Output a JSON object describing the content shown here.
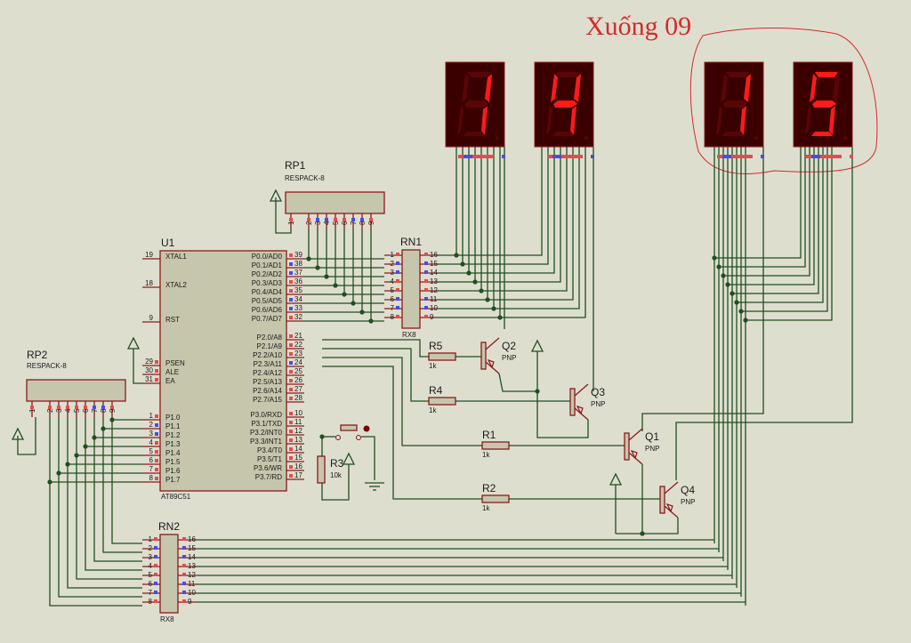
{
  "annotation": {
    "text": "Xuống 09",
    "color": "#d42a2a"
  },
  "colors": {
    "background": "#dedecf",
    "wire": "#1f4f1f",
    "component_outline": "#8b1a1a",
    "component_fill": "#c6c6ad",
    "pin_high": "#e84a4a",
    "pin_low": "#4a4ae8",
    "segment_on": "#ff1a1a",
    "segment_off": "#5a0505",
    "display_body": "#3a0000"
  },
  "u1": {
    "ref": "U1",
    "part": "AT89C51",
    "left_pins": [
      {
        "num": "19",
        "name": "XTAL1"
      },
      {
        "num": "18",
        "name": "XTAL2"
      },
      {
        "num": "9",
        "name": "RST"
      },
      {
        "num": "29",
        "name": "PSEN"
      },
      {
        "num": "30",
        "name": "ALE"
      },
      {
        "num": "31",
        "name": "EA"
      },
      {
        "num": "1",
        "name": "P1.0"
      },
      {
        "num": "2",
        "name": "P1.1"
      },
      {
        "num": "3",
        "name": "P1.2"
      },
      {
        "num": "4",
        "name": "P1.3"
      },
      {
        "num": "5",
        "name": "P1.4"
      },
      {
        "num": "6",
        "name": "P1.5"
      },
      {
        "num": "7",
        "name": "P1.6"
      },
      {
        "num": "8",
        "name": "P1.7"
      }
    ],
    "right_pins": [
      {
        "num": "39",
        "name": "P0.0/AD0"
      },
      {
        "num": "38",
        "name": "P0.1/AD1"
      },
      {
        "num": "37",
        "name": "P0.2/AD2"
      },
      {
        "num": "36",
        "name": "P0.3/AD3"
      },
      {
        "num": "35",
        "name": "P0.4/AD4"
      },
      {
        "num": "34",
        "name": "P0.5/AD5"
      },
      {
        "num": "33",
        "name": "P0.6/AD6"
      },
      {
        "num": "32",
        "name": "P0.7/AD7"
      },
      {
        "num": "21",
        "name": "P2.0/A8"
      },
      {
        "num": "22",
        "name": "P2.1/A9"
      },
      {
        "num": "23",
        "name": "P2.2/A10"
      },
      {
        "num": "24",
        "name": "P2.3/A11"
      },
      {
        "num": "25",
        "name": "P2.4/A12"
      },
      {
        "num": "26",
        "name": "P2.5/A13"
      },
      {
        "num": "27",
        "name": "P2.6/A14"
      },
      {
        "num": "28",
        "name": "P2.7/A15"
      },
      {
        "num": "10",
        "name": "P3.0/RXD"
      },
      {
        "num": "11",
        "name": "P3.1/TXD"
      },
      {
        "num": "12",
        "name": "P3.2/INT0"
      },
      {
        "num": "13",
        "name": "P3.3/INT1"
      },
      {
        "num": "14",
        "name": "P3.4/T0"
      },
      {
        "num": "15",
        "name": "P3.5/T1"
      },
      {
        "num": "16",
        "name": "P3.6/WR"
      },
      {
        "num": "17",
        "name": "P3.7/RD"
      }
    ]
  },
  "rp1": {
    "ref": "RP1",
    "part": "RESPACK-8",
    "pins": [
      "1",
      "2",
      "3",
      "4",
      "5",
      "6",
      "7",
      "8",
      "9"
    ]
  },
  "rp2": {
    "ref": "RP2",
    "part": "RESPACK-8",
    "pins": [
      "1",
      "2",
      "3",
      "4",
      "5",
      "6",
      "7",
      "8",
      "9"
    ]
  },
  "rn1": {
    "ref": "RN1",
    "part": "RX8",
    "left": [
      "1",
      "2",
      "3",
      "4",
      "5",
      "6",
      "7",
      "8"
    ],
    "right": [
      "16",
      "15",
      "14",
      "13",
      "12",
      "11",
      "10",
      "9"
    ]
  },
  "rn2": {
    "ref": "RN2",
    "part": "RX8",
    "left": [
      "1",
      "2",
      "3",
      "4",
      "5",
      "6",
      "7",
      "8"
    ],
    "right": [
      "16",
      "15",
      "14",
      "13",
      "12",
      "11",
      "10",
      "9"
    ]
  },
  "resistors": [
    {
      "ref": "R5",
      "value": "1k"
    },
    {
      "ref": "R4",
      "value": "1k"
    },
    {
      "ref": "R1",
      "value": "1k"
    },
    {
      "ref": "R2",
      "value": "1k"
    },
    {
      "ref": "R3",
      "value": "10k"
    }
  ],
  "transistors": [
    {
      "ref": "Q2",
      "type": "PNP"
    },
    {
      "ref": "Q3",
      "type": "PNP"
    },
    {
      "ref": "Q1",
      "type": "PNP"
    },
    {
      "ref": "Q4",
      "type": "PNP"
    }
  ],
  "displays": [
    {
      "digit": "1",
      "segments": "bc"
    },
    {
      "digit": "4",
      "segments": "bcfg"
    },
    {
      "digit": "1",
      "segments": "bc"
    },
    {
      "digit": "5",
      "segments": "acdfg"
    }
  ]
}
